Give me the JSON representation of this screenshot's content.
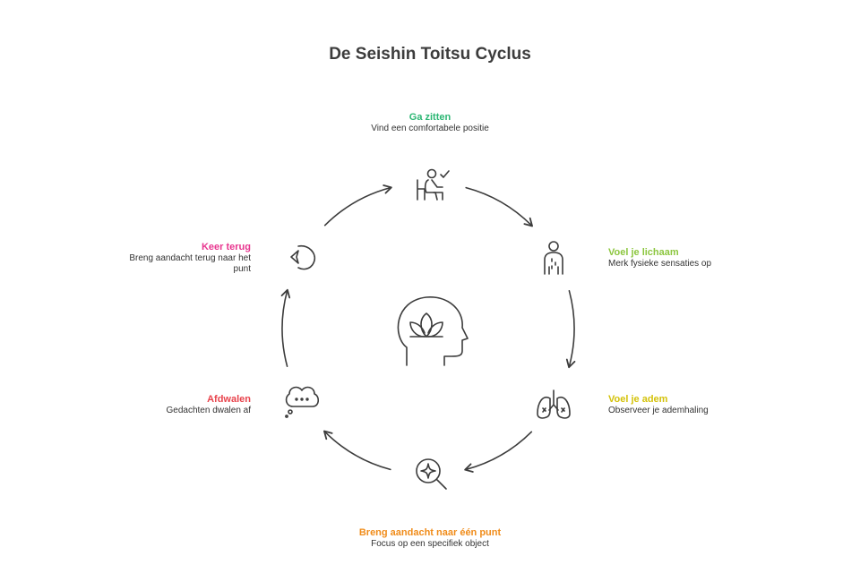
{
  "title": "De Seishin Toitsu Cyclus",
  "colors": {
    "stroke": "#3c3c3c",
    "green": "#2bb673",
    "lime": "#8cc63f",
    "yellow": "#d4c20a",
    "orange": "#f08c1a",
    "red": "#e8434c",
    "pink": "#e8358f"
  },
  "center_icon": "head-lotus-icon",
  "steps": [
    {
      "title": "Ga zitten",
      "desc": "Vind een comfortabele positie",
      "icon": "person-sitting-desk-icon",
      "color": "#2bb673"
    },
    {
      "title": "Voel je lichaam",
      "desc": "Merk fysieke sensaties op",
      "icon": "body-sensation-icon",
      "color": "#8cc63f"
    },
    {
      "title": "Voel je adem",
      "desc": "Observeer je ademhaling",
      "icon": "lungs-icon",
      "color": "#d4c20a"
    },
    {
      "title": "Breng aandacht naar één punt",
      "desc": "Focus op een specifiek object",
      "icon": "magnifier-star-icon",
      "color": "#f08c1a"
    },
    {
      "title": "Afdwalen",
      "desc": "Gedachten dwalen af",
      "icon": "thought-bubble-icon",
      "color": "#e8434c"
    },
    {
      "title": "Keer terug",
      "desc": "Breng aandacht terug naar het punt",
      "icon": "return-arrow-icon",
      "color": "#e8358f"
    }
  ]
}
